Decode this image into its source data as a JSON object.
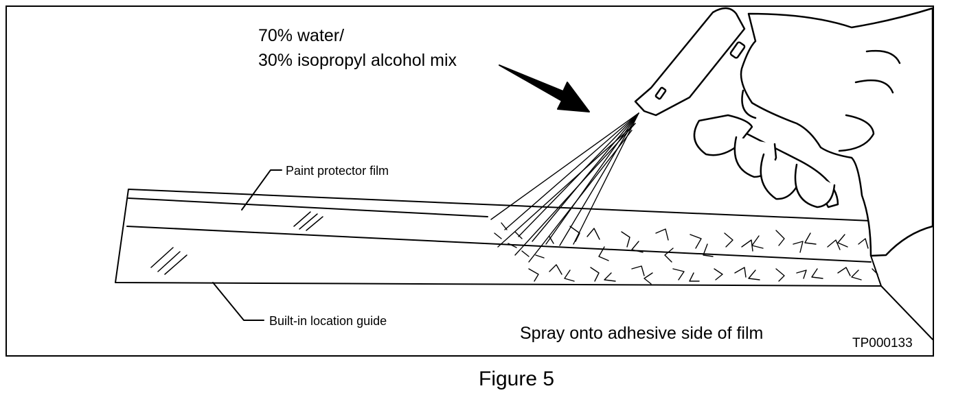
{
  "labels": {
    "mix_line1": "70% water/",
    "mix_line2": "30% isopropyl alcohol mix",
    "film": "Paint protector film",
    "guide": "Built-in location guide",
    "spray": "Spray onto adhesive side of film",
    "code": "TP000133",
    "figure": "Figure 5"
  },
  "icons": {
    "arrow": "pointer-arrow-icon",
    "bottle": "spray-bottle-icon",
    "hand": "hand-icon"
  },
  "colors": {
    "line": "#000000",
    "background": "#ffffff"
  }
}
